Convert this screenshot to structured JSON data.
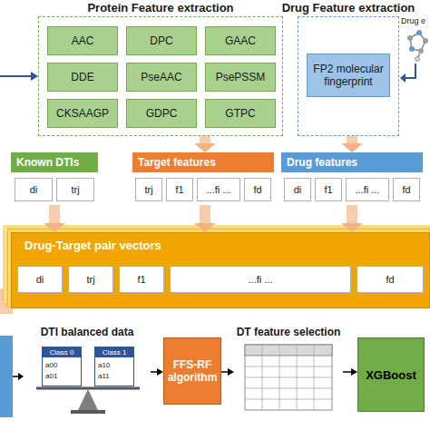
{
  "diagram": {
    "nodes": [
      {
        "text": [
          "Protein Feature extraction"
        ]
      },
      {
        "text": [
          "AAC"
        ],
        "in": 0
      },
      {
        "text": [
          "DPC"
        ],
        "in": 0
      },
      {
        "text": [
          "GAAC"
        ],
        "in": 0
      },
      {
        "text": [
          "DDE"
        ],
        "in": 0
      },
      {
        "text": [
          "PseAAC"
        ],
        "in": 0
      },
      {
        "text": [
          "PsePSSM"
        ],
        "in": 0
      },
      {
        "text": [
          "CKSAAGP"
        ],
        "in": 0
      },
      {
        "text": [
          "GDPC"
        ],
        "in": 0
      },
      {
        "text": [
          "GTPC"
        ],
        "in": 0
      },
      {
        "text": [
          "Drug Feature extraction"
        ]
      },
      {
        "text": [
          "FP2 molecular fingerprint"
        ],
        "in": 10
      },
      {
        "text": [
          "Known DTIs"
        ]
      },
      {
        "text": [
          "di"
        ],
        "in": 12
      },
      {
        "text": [
          "trj"
        ],
        "in": 12
      },
      {
        "text": [
          "Target features"
        ]
      },
      {
        "text": [
          "trj"
        ],
        "in": 15
      },
      {
        "text": [
          "f1"
        ],
        "in": 15
      },
      {
        "text": [
          "...fi ..."
        ],
        "in": 15
      },
      {
        "text": [
          "fd"
        ],
        "in": 15
      },
      {
        "text": [
          "Drug features"
        ]
      },
      {
        "text": [
          "di"
        ],
        "in": 20
      },
      {
        "text": [
          "f1"
        ],
        "in": 20
      },
      {
        "text": [
          "...fi ..."
        ],
        "in": 20
      },
      {
        "text": [
          "fd"
        ],
        "in": 20
      },
      {
        "text": [
          "Drug-Target pair vectors"
        ]
      },
      {
        "text": [
          "di"
        ],
        "in": 25
      },
      {
        "text": [
          "trj"
        ],
        "in": 25
      },
      {
        "text": [
          "f1"
        ],
        "in": 25
      },
      {
        "text": [
          "...fi ..."
        ],
        "in": 25
      },
      {
        "text": [
          "fd"
        ],
        "in": 25
      },
      {
        "text": [
          "DTI balanced data"
        ]
      },
      {
        "text": [
          "Class 0"
        ],
        "in": 31
      },
      {
        "text": [
          "Class 1"
        ],
        "in": 31
      },
      {
        "text": [
          "FFS-RF algorithm"
        ]
      },
      {
        "text": [
          "DT feature selection"
        ]
      },
      {
        "text": [
          "XGBoost"
        ]
      }
    ],
    "edges": [
      {
        "from": 0,
        "to": 15,
        "arrow": "to"
      },
      {
        "from": 10,
        "to": 20,
        "arrow": "to"
      },
      {
        "from": 12,
        "to": 25,
        "arrow": "to"
      },
      {
        "from": 15,
        "to": 25,
        "arrow": "to"
      },
      {
        "from": 20,
        "to": 25,
        "arrow": "to"
      },
      {
        "from": 31,
        "to": 34,
        "arrow": "to"
      },
      {
        "from": 34,
        "to": 35,
        "arrow": "to"
      },
      {
        "from": 35,
        "to": 36,
        "arrow": "to"
      }
    ],
    "labels": [
      "Drug e",
      "a00",
      "a01",
      "a10",
      "a11"
    ]
  }
}
